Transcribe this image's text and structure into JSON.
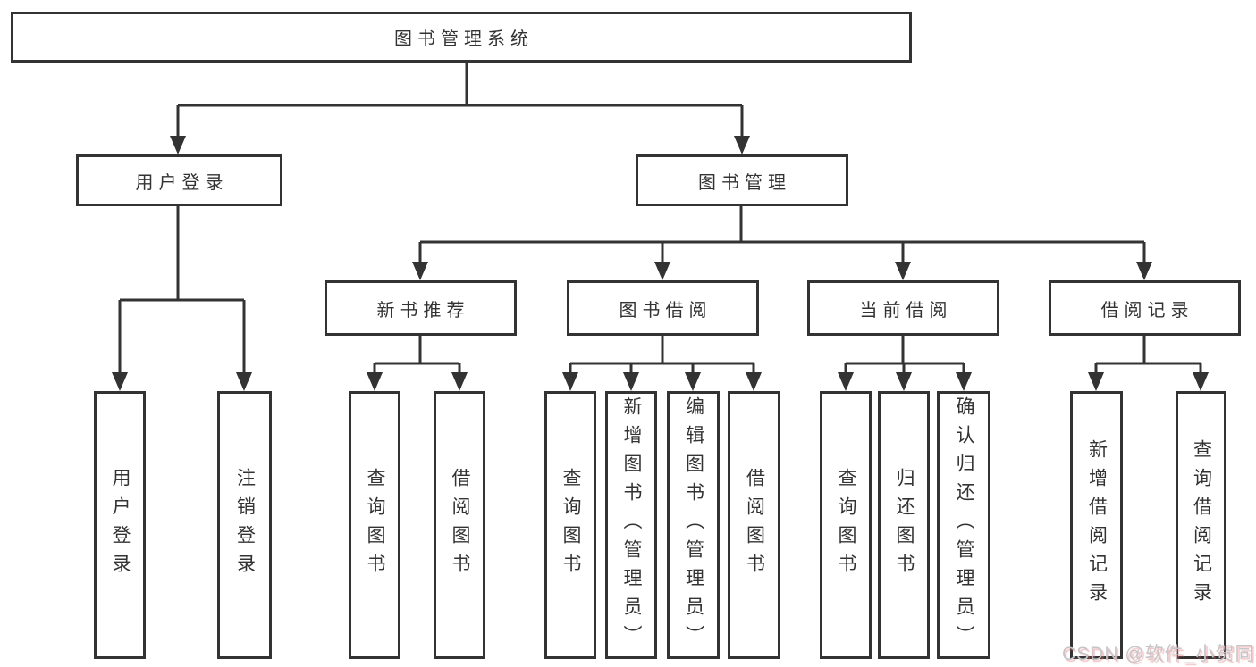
{
  "tree": {
    "root": {
      "label": "图书管理系统",
      "children": [
        {
          "label": "用户登录",
          "children": [
            {
              "label": "用户登录"
            },
            {
              "label": "注销登录"
            }
          ]
        },
        {
          "label": "图书管理",
          "children": [
            {
              "label": "新书推荐",
              "children": [
                {
                  "label": "查询图书"
                },
                {
                  "label": "借阅图书"
                }
              ]
            },
            {
              "label": "图书借阅",
              "children": [
                {
                  "label": "查询图书"
                },
                {
                  "label": "新增图书（管理员）"
                },
                {
                  "label": "编辑图书（管理员）"
                },
                {
                  "label": "借阅图书"
                }
              ]
            },
            {
              "label": "当前借阅",
              "children": [
                {
                  "label": "查询图书"
                },
                {
                  "label": "归还图书"
                },
                {
                  "label": "确认归还（管理员）"
                }
              ]
            },
            {
              "label": "借阅记录",
              "children": [
                {
                  "label": "新增借阅记录"
                },
                {
                  "label": "查询借阅记录"
                }
              ]
            }
          ]
        }
      ]
    }
  },
  "watermark": {
    "text": "CSDN @软件_小贺同学"
  },
  "colors": {
    "line": "#333333",
    "box_border": "#333333",
    "text": "#333333",
    "background": "#ffffff",
    "watermark_gray": "#c3c6cb",
    "watermark_red": "#e97171"
  }
}
